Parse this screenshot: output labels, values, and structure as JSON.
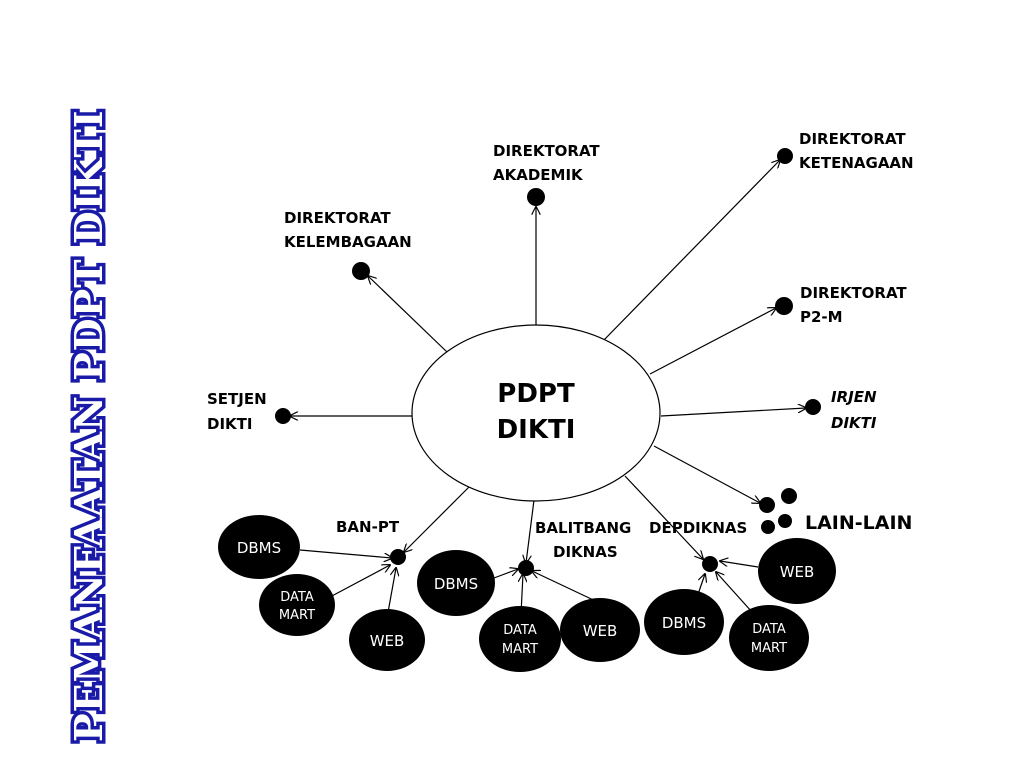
{
  "side_title": "PEMANFAATAN PDPT DIKTI",
  "center": {
    "line1": "PDPT",
    "line2": "DIKTI"
  },
  "nodes": {
    "kelembagaan": {
      "line1": "DIREKTORAT",
      "line2": "KELEMBAGAAN"
    },
    "akademik": {
      "line1": "DIREKTORAT",
      "line2": "AKADEMIK"
    },
    "ketenagaan": {
      "line1": "DIREKTORAT",
      "line2": "KETENAGAAN"
    },
    "p2m": {
      "line1": "DIREKTORAT",
      "line2": "P2-M"
    },
    "irjen": {
      "line1": "IRJEN",
      "line2": "DIKTI"
    },
    "setjen": {
      "line1": "SETJEN",
      "line2": "DIKTI"
    },
    "lain": {
      "label": "LAIN-LAIN"
    },
    "banpt": {
      "label": "BAN-PT"
    },
    "balitbang": {
      "line1": "BALITBANG",
      "line2": "DIKNAS"
    },
    "depdiknas": {
      "label": "DEPDIKNAS"
    }
  },
  "sources": {
    "banpt": {
      "dbms": "DBMS",
      "datamart1": "DATA",
      "datamart2": "MART",
      "web": "WEB"
    },
    "balitbang": {
      "dbms": "DBMS",
      "datamart1": "DATA",
      "datamart2": "MART",
      "web": "WEB"
    },
    "depdiknas": {
      "dbms": "DBMS",
      "datamart1": "DATA",
      "datamart2": "MART",
      "web": "WEB"
    }
  },
  "colors": {
    "side_title_outline": "#1a1aa8",
    "node_fill": "#000000",
    "background": "#ffffff"
  }
}
